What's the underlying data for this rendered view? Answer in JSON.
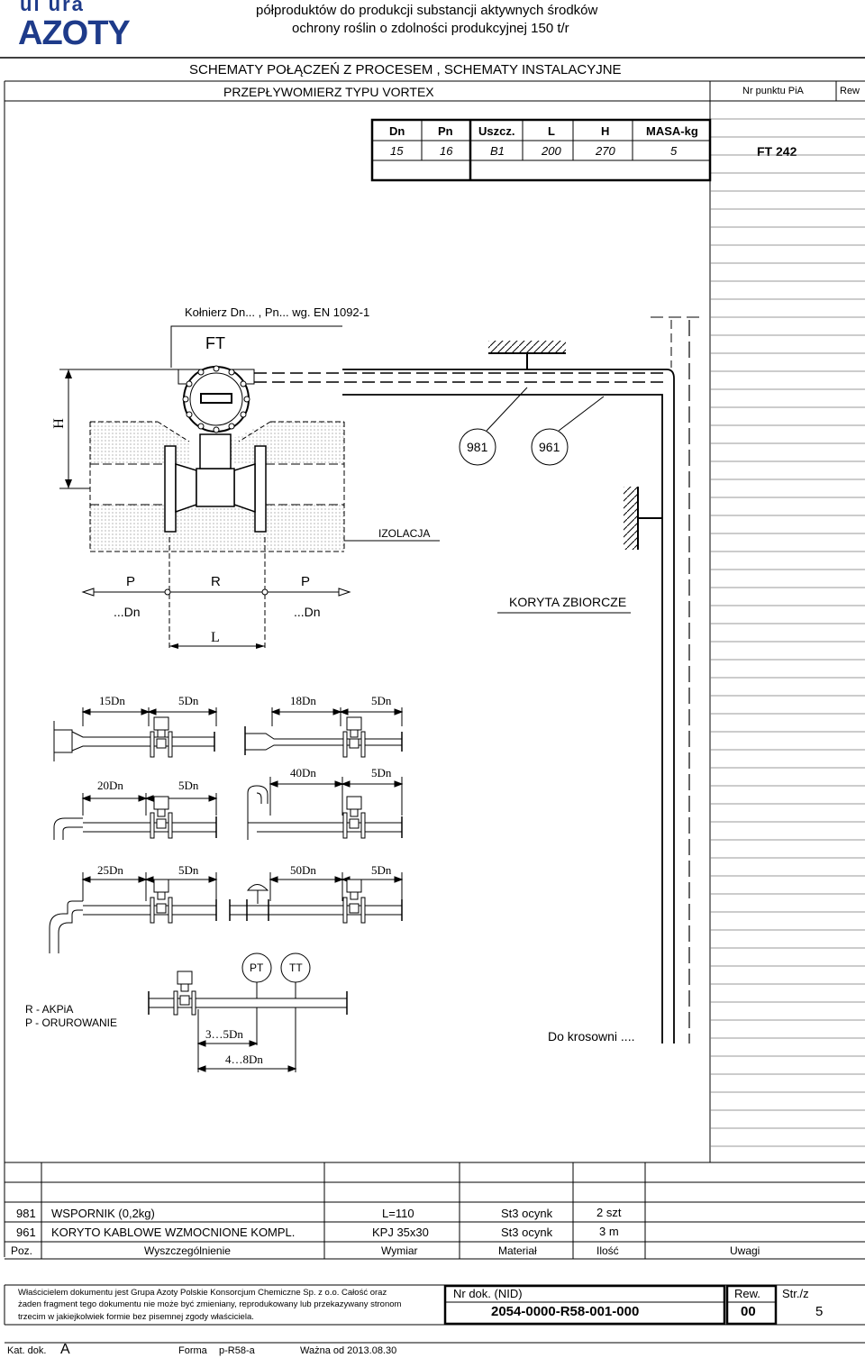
{
  "logo": {
    "top_text": "ul ura",
    "main_text": "azoty"
  },
  "header": {
    "title_line1": "półproduktów do produkcji substancji aktywnych środków",
    "title_line2": "ochrony roślin o zdolności produkcyjnej 150 t/r",
    "schema_title": "SCHEMATY POŁĄCZEŃ Z PROCESEM , SCHEMATY INSTALACYJNE",
    "device_title": "PRZEPŁYWOMIERZ TYPU VORTEX",
    "nr_punktu_label": "Nr punktu PiA",
    "rew_label": "Rew"
  },
  "spec_table": {
    "headers": [
      "Dn",
      "Pn",
      "Uszcz.",
      "L",
      "H",
      "MASA-kg"
    ],
    "values": [
      "15",
      "16",
      "B1",
      "200",
      "270",
      "5"
    ],
    "tag": "FT 242"
  },
  "drawing": {
    "flange_note": "Kołnierz Dn... , Pn... wg. EN 1092-1",
    "ft_label": "FT",
    "h_label": "H",
    "bubble_981": "981",
    "bubble_961": "961",
    "insulation_label": "IZOLACJA",
    "p_left": "P",
    "r_label": "R",
    "p_right": "P",
    "dn_left": "...Dn",
    "dn_right": "...Dn",
    "l_label": "L",
    "trays_label": "KORYTA  ZBIORCZE",
    "to_room": "Do krosowni ...."
  },
  "runs": {
    "r1a": "15Dn",
    "r1b": "5Dn",
    "r1c": "18Dn",
    "r1d": "5Dn",
    "r2a": "20Dn",
    "r2b": "5Dn",
    "r2c": "40Dn",
    "r2d": "5Dn",
    "r3a": "25Dn",
    "r3b": "5Dn",
    "r3c": "50Dn",
    "r3d": "5Dn",
    "pt": "PT",
    "tt": "TT",
    "d1": "3…5Dn",
    "d2": "4…8Dn"
  },
  "legend": {
    "r": "R - AKPiA",
    "p": "P - ORUROWANIE"
  },
  "parts": {
    "rows": [
      {
        "poz": "981",
        "name": "WSPORNIK (0,2kg)",
        "dim": "L=110",
        "mat": "St3 ocynk",
        "qty": "2 szt"
      },
      {
        "poz": "961",
        "name": "KORYTO KABLOWE WZMOCNIONE KOMPL.",
        "dim": "KPJ 35x30",
        "mat": "St3 ocynk",
        "qty": "3 m"
      }
    ],
    "headers": {
      "poz": "Poz.",
      "name": "Wyszczególnienie",
      "dim": "Wymiar",
      "mat": "Materiał",
      "qty": "Ilość",
      "notes": "Uwagi"
    }
  },
  "footer": {
    "owner1": "Właścicielem dokumentu jest Grupa Azoty Polskie Konsorcjum Chemiczne Sp. z o.o. Całość oraz",
    "owner2": "żaden fragment tego dokumentu nie może być zmieniany, reprodukowany lub przekazywany stronom",
    "owner3": "trzecim w jakiejkolwiek formie bez pisemnej zgody właściciela.",
    "nrdok_label": "Nr dok. (NID)",
    "nrdok_value": "2054-0000-R58-001-000",
    "rew_label": "Rew.",
    "rew_value": "00",
    "str_label": "Str./z",
    "str_value": "5",
    "kat_label": "Kat. dok.",
    "kat_value": "A",
    "forma_label": "Forma",
    "forma_value": "p-R58-a",
    "valid": "Ważna od 2013.08.30"
  }
}
